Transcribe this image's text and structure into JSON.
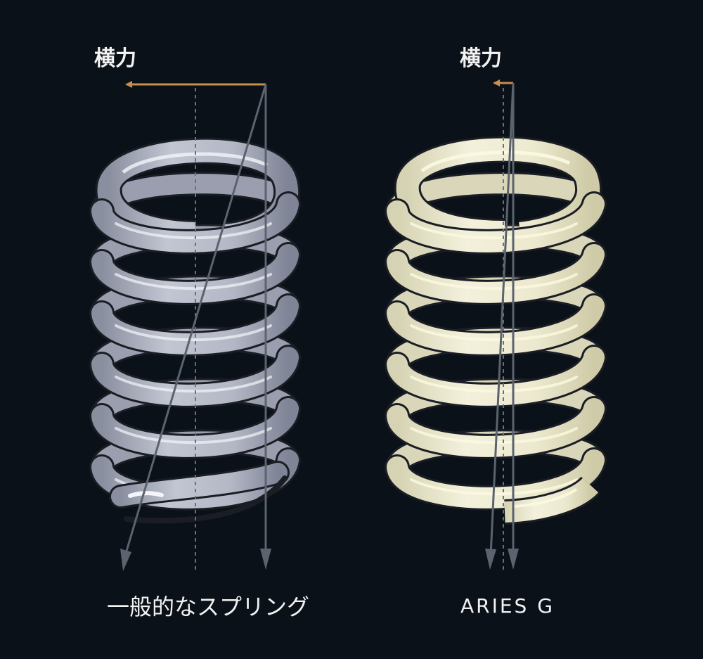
{
  "left_diagram": {
    "force_label": "横力",
    "caption": "一般的なスプリング",
    "colors": {
      "coil_fill": "#b9bdca",
      "coil_shadow": "#7f8496",
      "coil_highlight": "#f4f5fa",
      "outline": "#1a1d24"
    }
  },
  "right_diagram": {
    "force_label": "横力",
    "caption": "ARIES G",
    "colors": {
      "coil_fill": "#eeebd3",
      "coil_shadow": "#cfcba8",
      "coil_highlight": "#fbfae0",
      "outline": "#1a1d24"
    }
  },
  "colors": {
    "background": "#0b1118",
    "force_arrow": "#c88f4f",
    "vector_arrow": "#5a636e",
    "center_line": "#6a6f78"
  }
}
